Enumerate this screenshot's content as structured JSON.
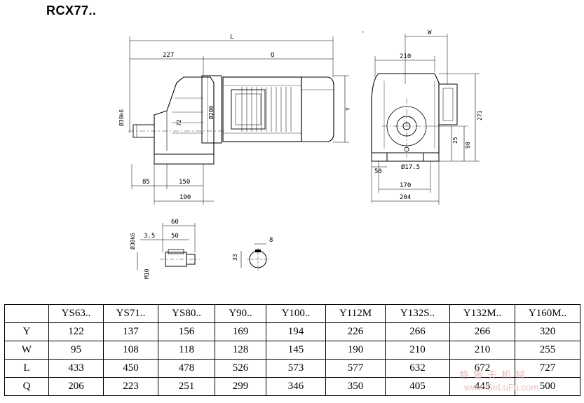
{
  "title": "RCX77..",
  "dimensions": {
    "L": "L",
    "d227": "227",
    "Q": "Q",
    "Y": "Y",
    "d30k6": "Ø30k6",
    "d72": "72",
    "d200": "Ø200",
    "d85": "85",
    "d150": "150",
    "d190": "190",
    "W": "W",
    "d210": "210",
    "d271": "271",
    "d25": "25",
    "d90": "90",
    "d50": "50",
    "d17_5": "Ø17.5",
    "d170": "170",
    "d204": "204",
    "d60": "60",
    "d3_5": "3.5",
    "d50b": "50",
    "d30k6b": "Ø30k6",
    "M10": "M10",
    "d8": "8",
    "d33": "33"
  },
  "table": {
    "headers": [
      "",
      "YS63..",
      "YS71..",
      "YS80..",
      "Y90..",
      "Y100..",
      "Y112M",
      "Y132S..",
      "Y132M..",
      "Y160M.."
    ],
    "rows": [
      {
        "label": "Y",
        "values": [
          "122",
          "137",
          "156",
          "169",
          "194",
          "226",
          "266",
          "266",
          "320"
        ]
      },
      {
        "label": "W",
        "values": [
          "95",
          "108",
          "118",
          "128",
          "145",
          "190",
          "210",
          "210",
          "255"
        ]
      },
      {
        "label": "L",
        "values": [
          "433",
          "450",
          "478",
          "526",
          "573",
          "577",
          "632",
          "672",
          "727"
        ]
      },
      {
        "label": "Q",
        "values": [
          "206",
          "223",
          "251",
          "299",
          "346",
          "350",
          "405",
          "445",
          "500"
        ]
      }
    ]
  },
  "watermark": {
    "chinese": "格鲁夫机械",
    "url": "www.GeLuFu.com"
  }
}
